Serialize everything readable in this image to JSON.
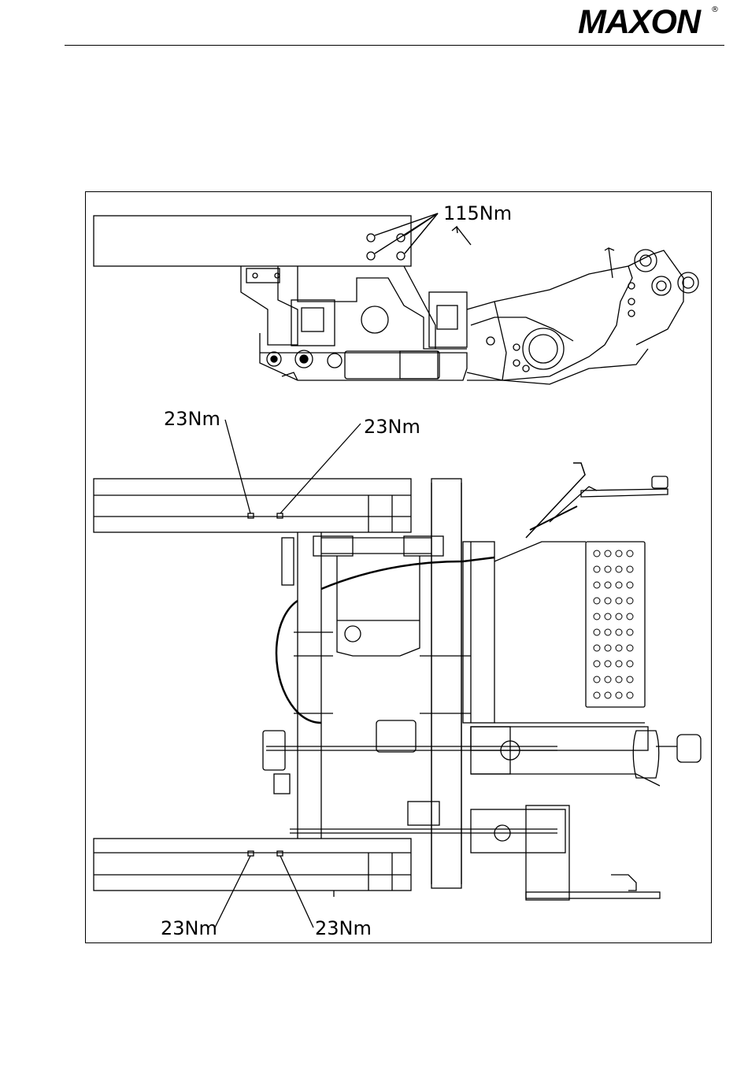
{
  "header": {
    "brand": "MAXON",
    "registered": "®"
  },
  "figure": {
    "callouts": {
      "top_bolts": "115Nm",
      "mid_left": "23Nm",
      "mid_right": "23Nm",
      "bottom_left": "23Nm",
      "bottom_right": "23Nm"
    }
  }
}
